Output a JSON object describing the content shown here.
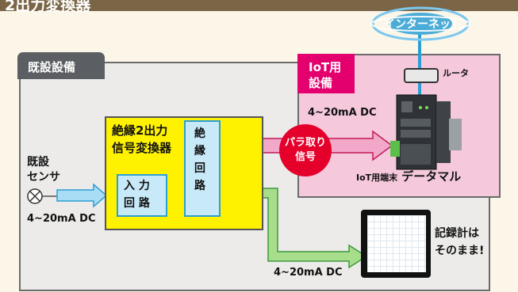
{
  "header": {
    "title": "2出力変換器"
  },
  "existing_equipment": {
    "label": "既設設備"
  },
  "iot_equipment": {
    "label_line1": "IoT用",
    "label_line2": "設備"
  },
  "internet": {
    "label": "インターネット"
  },
  "router": {
    "label": "ルータ"
  },
  "sensor": {
    "line1": "既設",
    "line2": "センサ",
    "signal": "4~20mA DC"
  },
  "converter": {
    "title_line1": "絶縁2出力",
    "title_line2": "信号変換器",
    "input_line1": "入 力",
    "input_line2": "回 路",
    "isolation_chars": [
      "絶",
      "縁",
      "回",
      "路"
    ]
  },
  "iot_signal": "4~20mA DC",
  "parallel": {
    "line1": "パラ取り",
    "line2": "信号"
  },
  "iot_terminal": {
    "prefix": "IoT用端末",
    "name": "データマル"
  },
  "recorder": {
    "line1": "記録計は",
    "line2": "そのまま!",
    "signal": "4~20mA DC"
  },
  "colors": {
    "title_bar": "#7a6646",
    "existing_bg": "#ecebea",
    "iot_bg": "#f5c8dc",
    "iot_accent": "#e3006e",
    "converter_yellow": "#fff200",
    "cable_blue": "#2b9fd4",
    "arrow_pink": "#f2a9c9",
    "arrow_green": "#a8dd8c",
    "badge_red": "#e4002b"
  }
}
